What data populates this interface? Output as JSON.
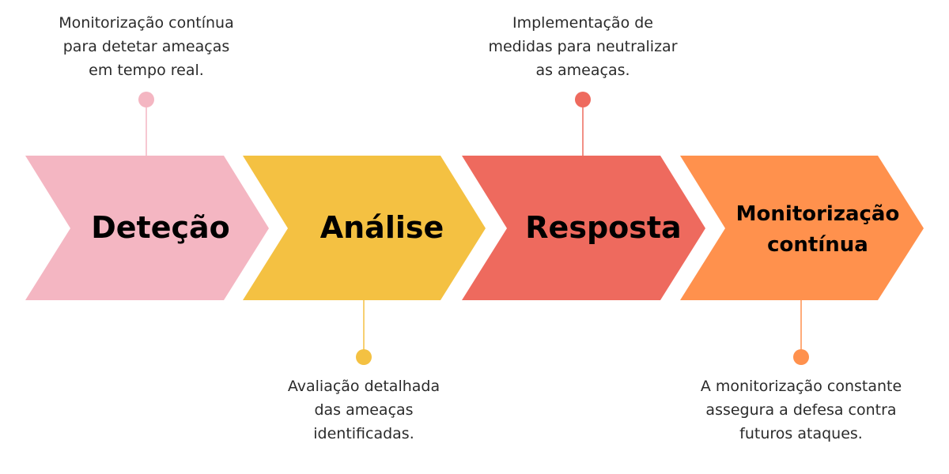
{
  "steps": [
    {
      "title_lines": [
        "Deteção"
      ],
      "description": "Monitorização contínua\npara detetar ameaças\nem tempo real.",
      "description_position": "top",
      "color": "#F4B6C2"
    },
    {
      "title_lines": [
        "Análise"
      ],
      "description": "Avaliação detalhada\ndas ameaças\nidentificadas.",
      "description_position": "bottom",
      "color": "#F4C142"
    },
    {
      "title_lines": [
        "Resposta"
      ],
      "description": "Implementação de\nmedidas para neutralizar\nas ameaças.",
      "description_position": "top",
      "color": "#EE6A5E"
    },
    {
      "title_lines": [
        "Monitorização",
        "contínua"
      ],
      "description": "A monitorização constante\nassegura a defesa contra\nfuturos ataques.",
      "description_position": "bottom",
      "color": "#FF914D"
    }
  ]
}
